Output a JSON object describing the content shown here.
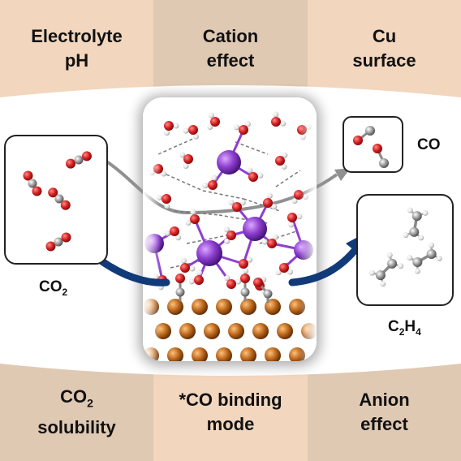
{
  "top_factors": [
    {
      "line1": "Electrolyte",
      "line2": "pH"
    },
    {
      "line1": "Cation",
      "line2": "effect"
    },
    {
      "line1": "Cu",
      "line2": "surface"
    }
  ],
  "bottom_factors": [
    {
      "pre": "CO",
      "sub": "2",
      "line2": "solubility"
    },
    {
      "pre": "*CO binding",
      "sub": "",
      "line2": "mode"
    },
    {
      "pre": "Anion",
      "sub": "",
      "line2": "effect"
    }
  ],
  "reactant_label": {
    "main": "CO",
    "sub": "2"
  },
  "product_co_label": "CO",
  "product_c2h4_label": {
    "c": "C",
    "sub1": "2",
    "h": "H",
    "sub2": "4"
  },
  "colors": {
    "band_light": "#f2d6bd",
    "band_dark": "#e0c9b3",
    "oxygen": "#d42020",
    "carbon": "#8c8c8c",
    "hydrogen": "#e8e8e8",
    "cation": "#8e3fd0",
    "copper": "#b8651a",
    "arrow_blue": "#103a78",
    "arrow_gray": "#909090"
  }
}
